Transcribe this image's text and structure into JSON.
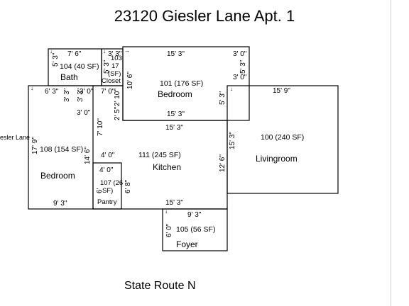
{
  "title": "23120 Giesler Lane Apt. 1",
  "street_bottom": "State Route N",
  "street_side": "esler Lane",
  "rooms": {
    "bath": {
      "label": "104 (40 SF)",
      "name": "Bath",
      "dims": [
        "7' 6\"",
        "5' 3\""
      ]
    },
    "closet": {
      "label": [
        "103",
        "17",
        "(SF)"
      ],
      "name": "Closet",
      "dims": [
        "3' 3\"",
        "5' 3\""
      ]
    },
    "bedroom1": {
      "label": "101 (176 SF)",
      "name": "Bedroom",
      "dims": [
        "15' 3\"",
        "3' 0\"",
        "10' 6\"",
        "5' 3\"",
        "3' 0\"",
        "15' 3\"",
        "5' 3\""
      ]
    },
    "living": {
      "label": "100 (240 SF)",
      "name": "Livingroom",
      "dims": [
        "15' 9\"",
        "15' 3\""
      ]
    },
    "bedroom2": {
      "label": "108 (154 SF)",
      "name": "Bedroom",
      "dims": [
        "6' 3\"",
        "3' 3\"",
        "17' 9\"",
        "14' 6\"",
        "9' 3\""
      ]
    },
    "hall": {
      "dims": [
        "3' 3\"",
        "3' 0\"",
        "7' 0\"",
        "3' 0\"",
        "2' 10\"",
        "2' 5\"",
        "7' 10\"",
        "4' 0\""
      ]
    },
    "kitchen": {
      "label": "111 (245 SF)",
      "name": "Kitchen",
      "dims": [
        "15' 3\"",
        "12' 6\"",
        "15' 3\"",
        "6' 8\""
      ]
    },
    "pantry": {
      "label": "107 (26",
      "label2": "SF)",
      "name": "Pantry",
      "dims": [
        "4' 0\"",
        "6'"
      ]
    },
    "foyer": {
      "label": "105 (56 SF)",
      "name": "Foyer",
      "dims": [
        "9' 3\"",
        "6' 0\""
      ]
    }
  }
}
